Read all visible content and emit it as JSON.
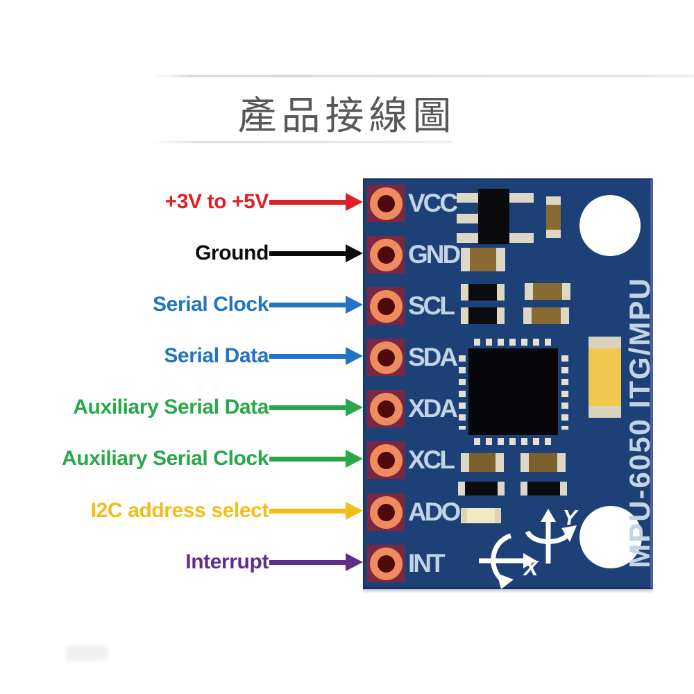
{
  "title": "產品接線圖",
  "connections": [
    {
      "pin": "VCC",
      "label": "+3V to +5V",
      "color": "#e01f25"
    },
    {
      "pin": "GND",
      "label": "Ground",
      "color": "#0b0b0b"
    },
    {
      "pin": "SCL",
      "label": "Serial Clock",
      "color": "#2173c4"
    },
    {
      "pin": "SDA",
      "label": "Serial Data",
      "color": "#2173c4"
    },
    {
      "pin": "XDA",
      "label": "Auxiliary Serial Data",
      "color": "#28a84b"
    },
    {
      "pin": "XCL",
      "label": "Auxiliary Serial Clock",
      "color": "#28a84b"
    },
    {
      "pin": "ADO",
      "label": "I2C address select",
      "color": "#f4bc19"
    },
    {
      "pin": "INT",
      "label": "Interrupt",
      "color": "#5f2e8c"
    }
  ],
  "board": {
    "pins": [
      "VCC",
      "GND",
      "SCL",
      "SDA",
      "XDA",
      "XCL",
      "ADO",
      "INT"
    ],
    "silkscreen": "MPU-6050 ITG/MPU",
    "axis": {
      "x_label": "X",
      "y_label": "Y"
    },
    "colors": {
      "pcb": "#1d4077",
      "pad_square": "#7c2742",
      "pad_ring": "#ef8c5f",
      "pad_hole": "#500a0e",
      "silkscreen_text": "#c2d4e6"
    }
  }
}
